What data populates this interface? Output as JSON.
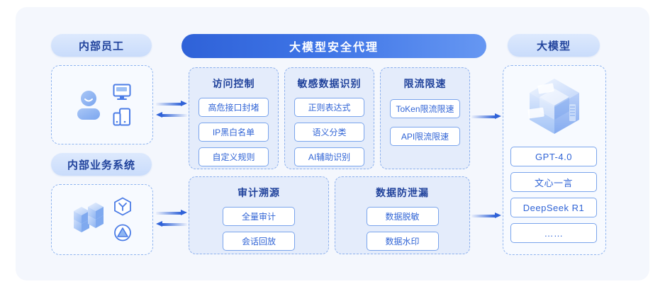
{
  "banner": {
    "title": "大模型安全代理"
  },
  "left": {
    "employee": {
      "pill_label": "内部员工",
      "icons": [
        "user-icon",
        "monitor-icon",
        "mobile-devices-icon"
      ]
    },
    "business": {
      "pill_label": "内部业务系统",
      "icons": [
        "server-stack-icon",
        "hexagon-node-icon",
        "circle-triangle-icon"
      ]
    }
  },
  "cards": [
    {
      "id": "access",
      "title": "访问控制",
      "items": [
        "高危接口封堵",
        "IP黑白名单",
        "自定义规则"
      ]
    },
    {
      "id": "sensitive",
      "title": "敏感数据识别",
      "items": [
        "正则表达式",
        "语义分类",
        "AI辅助识别"
      ]
    },
    {
      "id": "ratelimit",
      "title": "限流限速",
      "items": [
        "ToKen限流限速",
        "API限流限速"
      ]
    },
    {
      "id": "audit",
      "title": "审计溯源",
      "items": [
        "全量审计",
        "会话回放"
      ]
    },
    {
      "id": "dlp",
      "title": "数据防泄漏",
      "items": [
        "数据脱敏",
        "数据水印"
      ]
    }
  ],
  "right": {
    "pill_label": "大模型",
    "icon": "ai-cube-icon",
    "models": [
      "GPT-4.0",
      "文心一言",
      "DeepSeek R1",
      "……"
    ]
  },
  "colors": {
    "banner_start": "#2f62d8",
    "banner_end": "#6697f2",
    "panel_bg": "#f4f7fd",
    "card_bg": "#e4ecfb",
    "tag_border": "#7aa4ec",
    "tag_text": "#3064d6",
    "title_text": "#21439c",
    "arrow": "#2f62d8"
  }
}
